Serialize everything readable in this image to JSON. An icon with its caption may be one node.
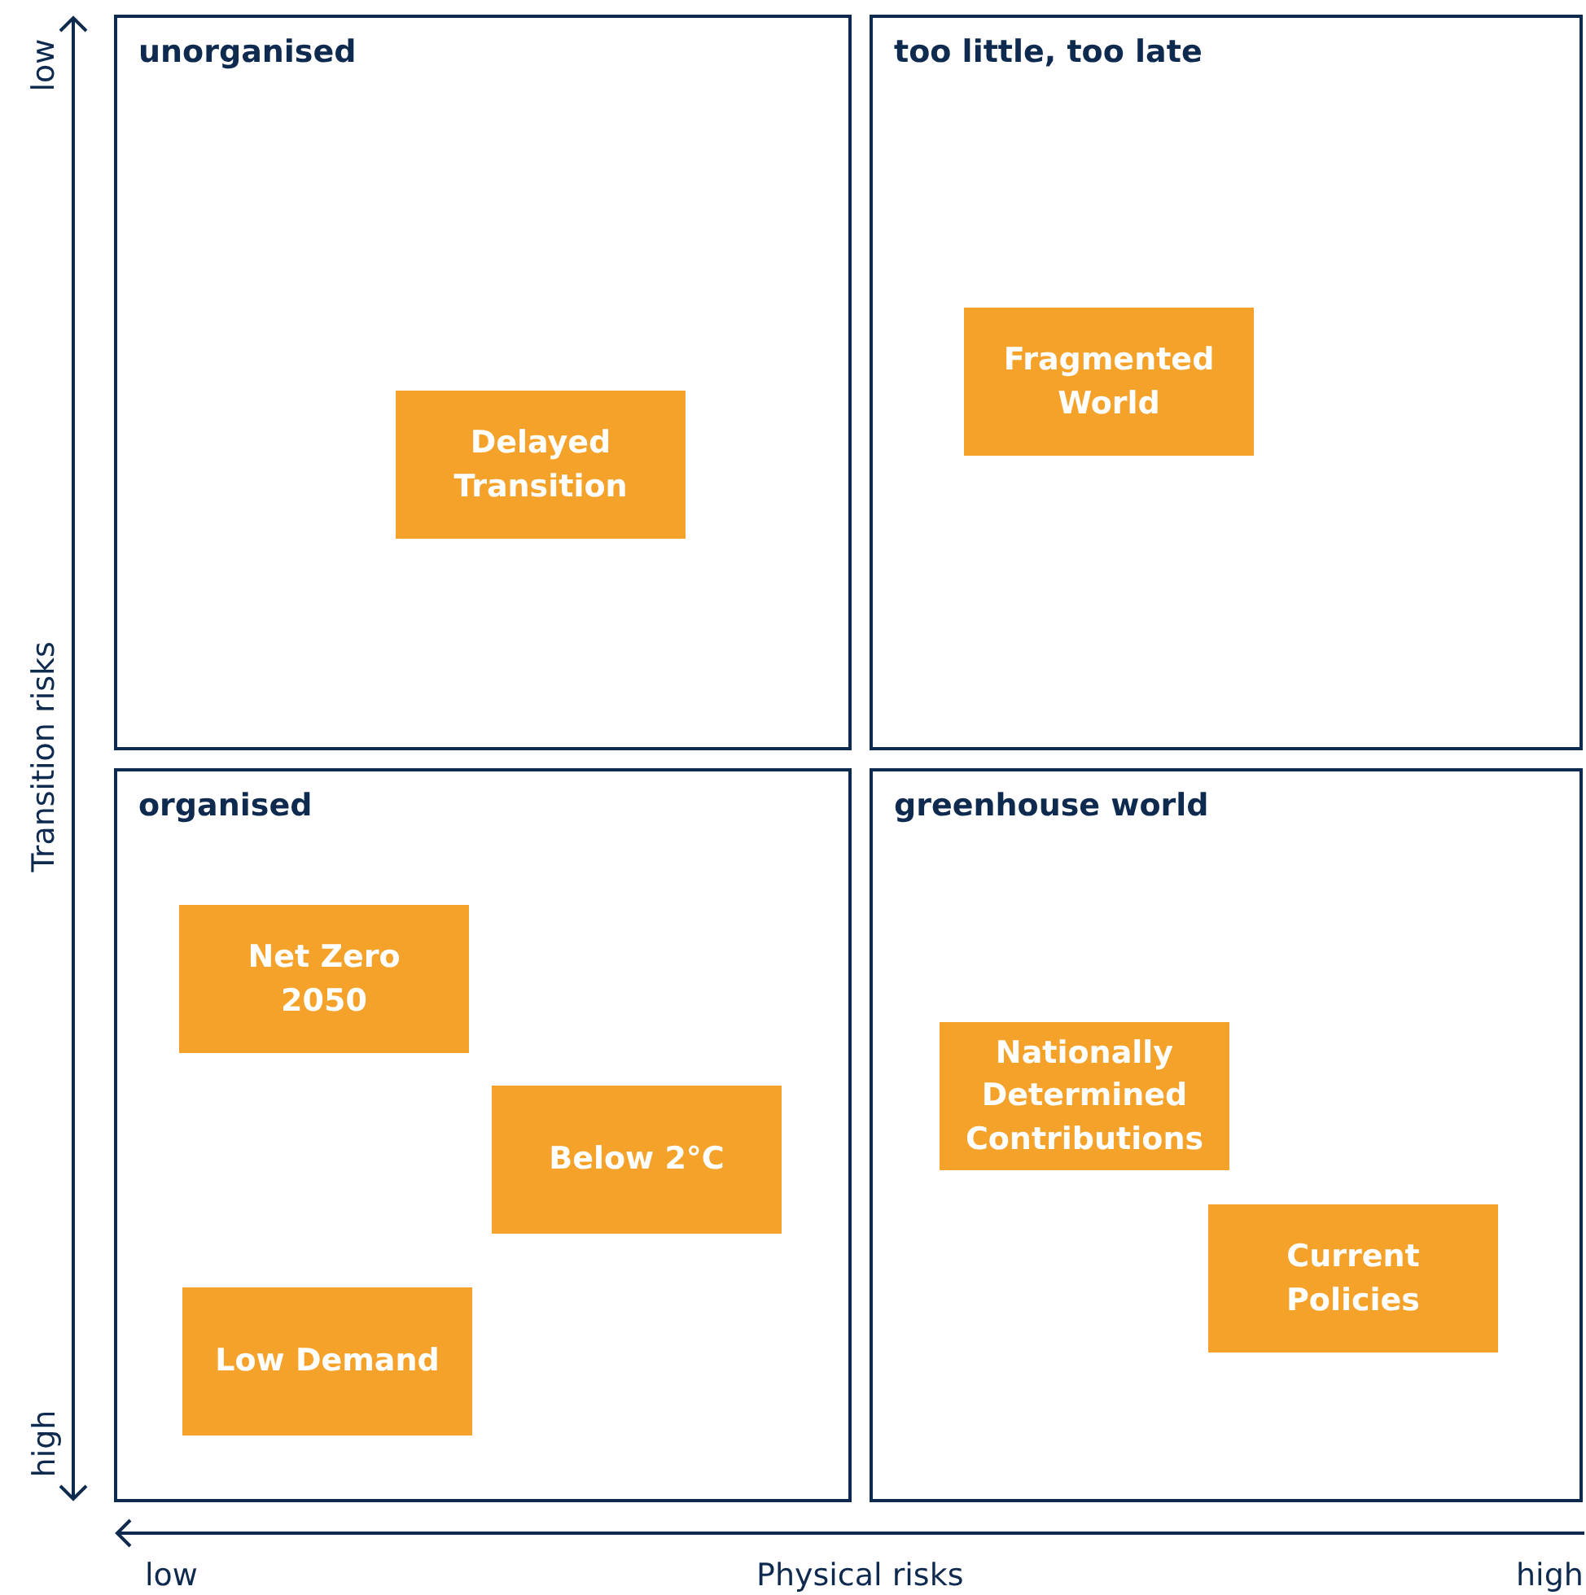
{
  "diagram": {
    "nodes": [
      {
        "text": [
          "unorganised"
        ]
      },
      {
        "text": [
          "Delayed Transition"
        ],
        "in": 0
      },
      {
        "text": [
          "too little, too late"
        ]
      },
      {
        "text": [
          "Fragmented World"
        ],
        "in": 2
      },
      {
        "text": [
          "organised"
        ]
      },
      {
        "text": [
          "Net Zero 2050"
        ],
        "in": 4
      },
      {
        "text": [
          "Below 2°C"
        ],
        "in": 4
      },
      {
        "text": [
          "Low Demand"
        ],
        "in": 4
      },
      {
        "text": [
          "greenhouse world"
        ]
      },
      {
        "text": [
          "Nationally Determined Contributions"
        ],
        "in": 8
      },
      {
        "text": [
          "Current Policies"
        ],
        "in": 8
      }
    ],
    "edges": [],
    "labels": [
      "low",
      "Transition risks",
      "high",
      "low",
      "Physical risks",
      "high"
    ]
  }
}
